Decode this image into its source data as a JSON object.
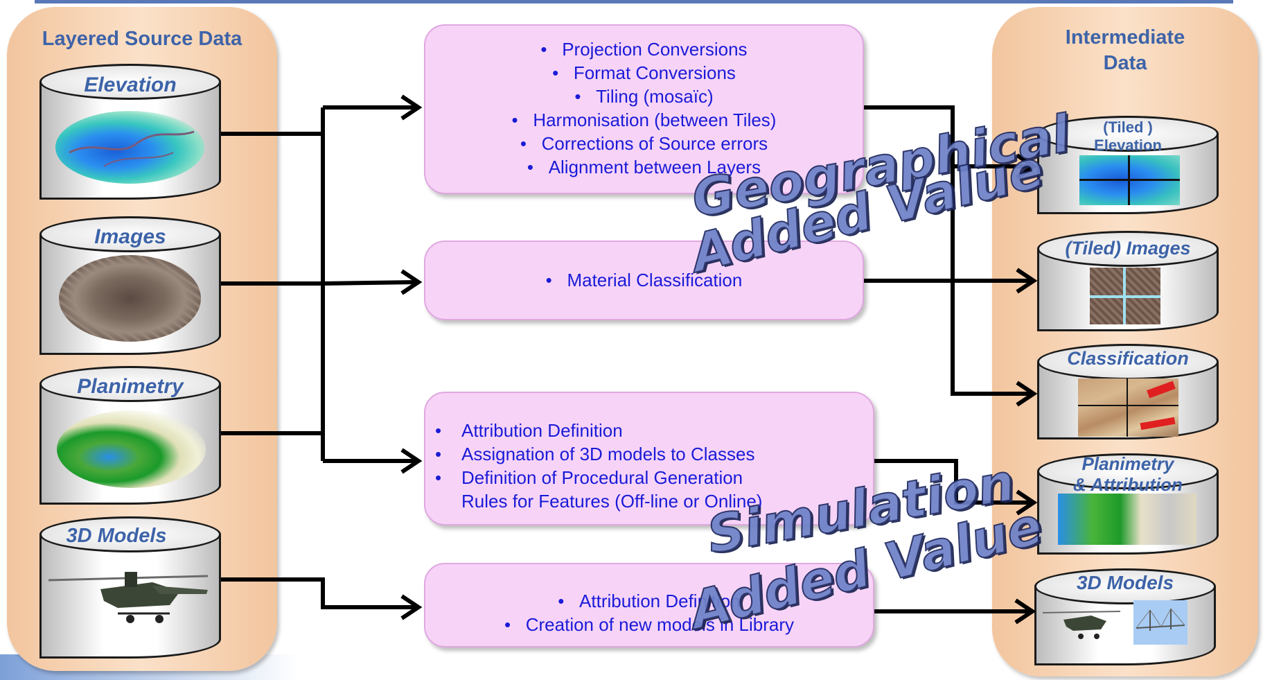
{
  "left_panel": {
    "title": "Layered Source Data",
    "items": [
      "Elevation",
      "Images",
      "Planimetry",
      "3D Models"
    ]
  },
  "right_panel": {
    "title_line1": "Intermediate",
    "title_line2": "Data",
    "items": [
      {
        "line1": "(Tiled )",
        "line2": "Elevation"
      },
      {
        "line1": "(Tiled) Images",
        "line2": ""
      },
      {
        "line1": "Classification",
        "line2": ""
      },
      {
        "line1": "Planimetry",
        "line2": "& Attribution"
      },
      {
        "line1": "3D Models",
        "line2": ""
      }
    ]
  },
  "process_boxes": [
    {
      "bullets": [
        "Projection Conversions",
        "Format Conversions",
        "Tiling (mosaïc)",
        "Harmonisation (between Tiles)",
        "Corrections of Source errors",
        "Alignment between Layers"
      ]
    },
    {
      "bullets": [
        "Material Classification"
      ]
    },
    {
      "bullets": [
        "Attribution Definition",
        "Assignation of 3D models to Classes",
        "Definition of Procedural Generation",
        "Rules for Features (Off-line or Online)"
      ]
    },
    {
      "bullets": [
        "Attribution Definition",
        "Creation of new models in Library"
      ]
    }
  ],
  "watermarks": {
    "geo_line1": "Geographical",
    "geo_line2": "Added Value",
    "sim_line1": "Simulation",
    "sim_line2": "Added Value"
  },
  "bullet_glyph": "•",
  "colors": {
    "panel": "#f8d8b8",
    "process_box": "#f7d4f7",
    "process_text": "#1a1ad8",
    "label_text": "#3d63a8",
    "watermark": "#6e82c8"
  }
}
